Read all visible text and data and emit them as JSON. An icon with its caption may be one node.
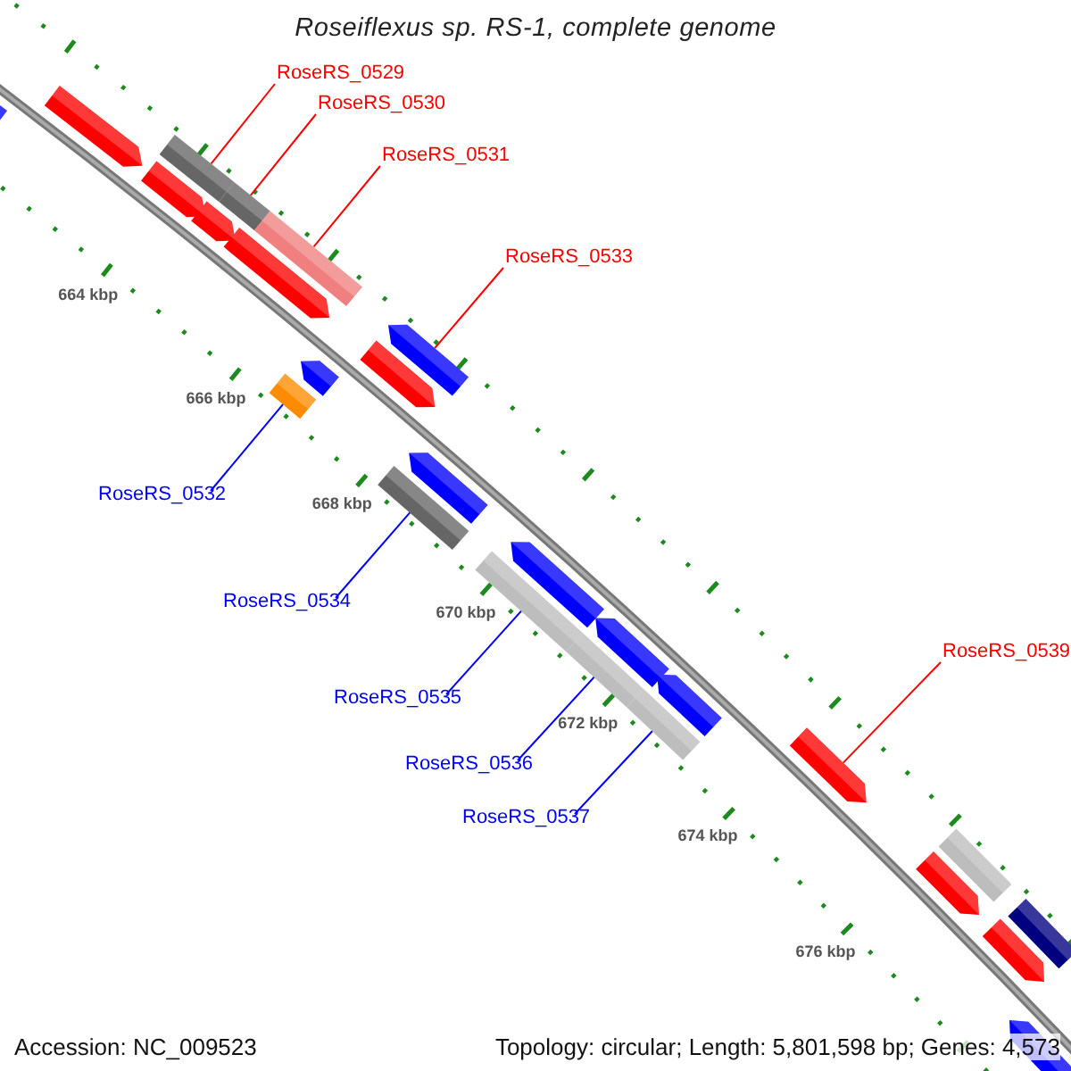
{
  "diagram": {
    "title": "Roseiflexus sp. RS-1, complete genome",
    "nodes": [
      {
        "text": [
          "RoseRS_0529"
        ]
      },
      {
        "text": [
          "RoseRS_0530"
        ]
      },
      {
        "text": [
          "RoseRS_0531"
        ]
      },
      {
        "text": [
          "RoseRS_0533"
        ]
      },
      {
        "text": [
          "RoseRS_0532"
        ]
      },
      {
        "text": [
          "RoseRS_0534"
        ]
      },
      {
        "text": [
          "RoseRS_0539"
        ]
      },
      {
        "text": [
          "RoseRS_0535"
        ]
      },
      {
        "text": [
          "RoseRS_0536"
        ]
      },
      {
        "text": [
          "RoseRS_0537"
        ]
      },
      {
        "text": [],
        "shape": "arrow"
      },
      {
        "text": [],
        "shape": "arrow"
      },
      {
        "text": [],
        "shape": "arrow"
      },
      {
        "text": [],
        "shape": "bar"
      },
      {
        "text": [],
        "shape": "arrow"
      },
      {
        "text": [],
        "shape": "bar"
      },
      {
        "text": [],
        "shape": "arrow"
      },
      {
        "text": [],
        "shape": "bar"
      },
      {
        "text": [],
        "shape": "bar"
      },
      {
        "text": [],
        "shape": "arrow"
      },
      {
        "text": [],
        "shape": "arrow"
      },
      {
        "text": [],
        "shape": "bar"
      },
      {
        "text": [],
        "shape": "arrow"
      },
      {
        "text": [],
        "shape": "arrow"
      },
      {
        "text": [],
        "shape": "bar"
      },
      {
        "text": [],
        "shape": "arrow"
      },
      {
        "text": [],
        "shape": "bar"
      },
      {
        "text": [],
        "shape": "arrow"
      },
      {
        "text": [],
        "shape": "bar"
      },
      {
        "text": [],
        "shape": "arrow"
      },
      {
        "text": [],
        "shape": "arrow"
      },
      {
        "text": [],
        "shape": "arrow"
      },
      {
        "text": [],
        "shape": "bar"
      },
      {
        "text": [],
        "shape": "arrow"
      },
      {
        "text": [],
        "shape": "arrow"
      },
      {
        "text": [],
        "shape": "bar"
      }
    ],
    "edges": [
      {
        "from": 0,
        "to": 13,
        "arrow": "none",
        "color": "#ff0000"
      },
      {
        "from": 1,
        "to": 15,
        "arrow": "none",
        "color": "#ff0000"
      },
      {
        "from": 2,
        "to": 17,
        "arrow": "none",
        "color": "#ff0000"
      },
      {
        "from": 3,
        "to": 22,
        "arrow": "none",
        "color": "#ff0000"
      },
      {
        "from": 4,
        "to": 18,
        "arrow": "none",
        "color": "#0000ff"
      },
      {
        "from": 5,
        "to": 21,
        "arrow": "none",
        "color": "#0000ff"
      },
      {
        "from": 6,
        "to": 30,
        "arrow": "none",
        "color": "#ff0000"
      },
      {
        "from": 7,
        "to": 24,
        "arrow": "none",
        "color": "#0000ff"
      },
      {
        "from": 8,
        "to": 26,
        "arrow": "none",
        "color": "#0000ff"
      },
      {
        "from": 9,
        "to": 28,
        "arrow": "none",
        "color": "#0000ff"
      }
    ],
    "labels": [
      "664 kbp",
      "666 kbp",
      "668 kbp",
      "670 kbp",
      "672 kbp",
      "674 kbp",
      "676 kbp",
      "Accession: NC_009523",
      "Topology: circular; Length: 5,801,598 bp; Genes: 4,573"
    ]
  }
}
